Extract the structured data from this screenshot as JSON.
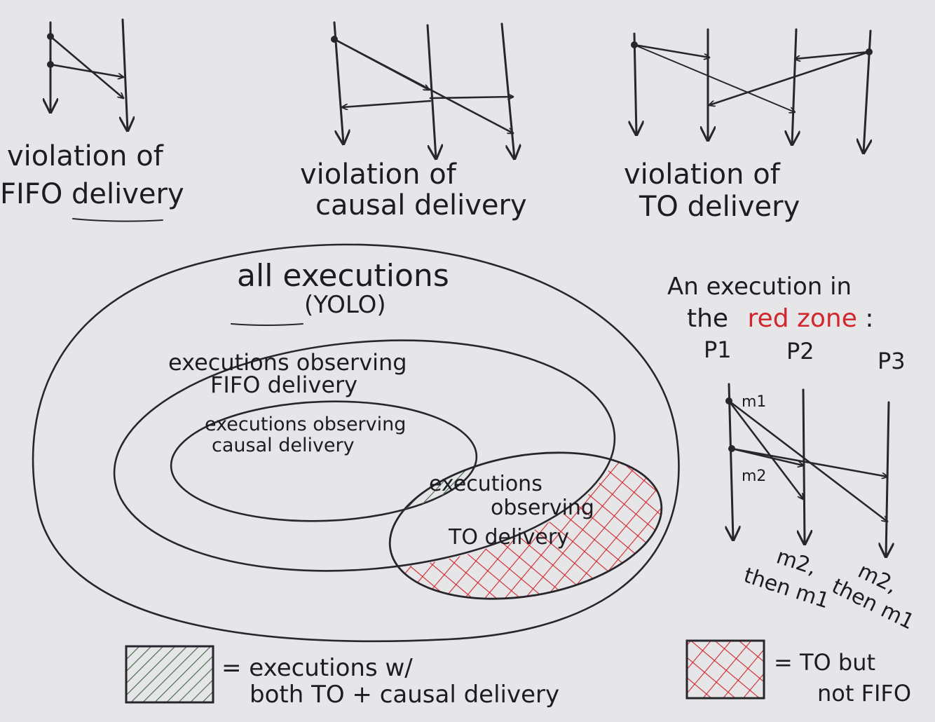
{
  "top_diagrams": [
    {
      "caption_line1": "violation of",
      "caption_line2": "FIFO delivery"
    },
    {
      "caption_line1": "violation of",
      "caption_line2": "causal delivery"
    },
    {
      "caption_line1": "violation of",
      "caption_line2": "TO delivery"
    }
  ],
  "venn": {
    "all_label": "all executions",
    "all_sublabel": "(YOLO)",
    "fifo_line1": "executions observing",
    "fifo_line2": "FIFO delivery",
    "causal_line1": "executions observing",
    "causal_line2": "causal delivery",
    "to_line1": "executions",
    "to_line2": "observing",
    "to_line3": "TO delivery"
  },
  "red_zone_example": {
    "title_line1": "An execution in",
    "title_prefix": "the",
    "title_highlight": "red zone",
    "title_suffix": ":",
    "processes": [
      "P1",
      "P2",
      "P3"
    ],
    "messages": [
      "m1",
      "m2"
    ],
    "p2_order_line1": "m2,",
    "p2_order_line2": "then m1",
    "p3_order_line1": "m2,",
    "p3_order_line2": "then m1"
  },
  "legend": {
    "green_line1": "= executions w/",
    "green_line2": "both TO + causal delivery",
    "red_line1": "= TO but",
    "red_line2": "not FIFO"
  },
  "colors": {
    "ink": "#26262c",
    "red_hatch": "#d1262b",
    "green_hatch": "#4d6b52",
    "paper": "#e6e6e8"
  }
}
